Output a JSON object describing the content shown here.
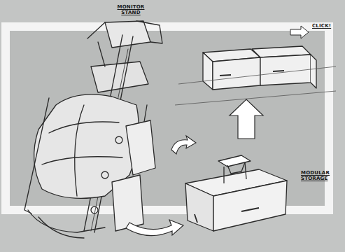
{
  "diagram": {
    "labels": [
      "MONITOR STAND",
      "CLICK!",
      "MODULAR STORAGE"
    ]
  }
}
